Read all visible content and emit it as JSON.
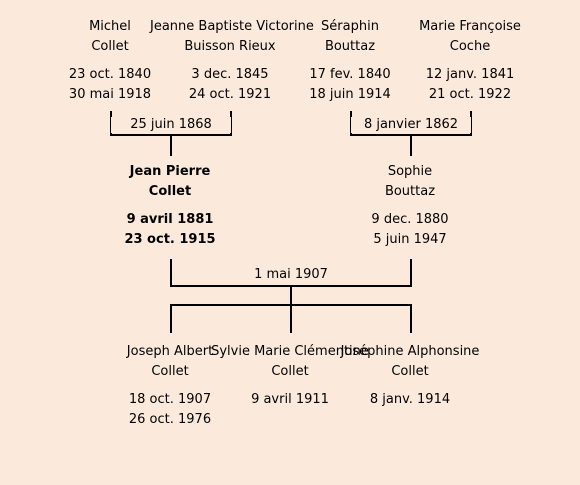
{
  "grandparents": {
    "paternal_grandfather": {
      "given": "Michel",
      "surname": "Collet",
      "birth": "23 oct. 1840",
      "death": "30 mai 1918"
    },
    "paternal_grandmother": {
      "given": "Jeanne Baptiste Victorine",
      "surname": "Buisson Rieux",
      "birth": "3 dec. 1845",
      "death": "24 oct. 1921"
    },
    "maternal_grandfather": {
      "given": "Séraphin",
      "surname": "Bouttaz",
      "birth": "17 fev. 1840",
      "death": "18 juin 1914"
    },
    "maternal_grandmother": {
      "given": "Marie Françoise",
      "surname": "Coche",
      "birth": "12 janv. 1841",
      "death": "21 oct. 1922"
    }
  },
  "marriages": {
    "paternal": "25 juin 1868",
    "maternal": "8 janvier 1862",
    "parents": "1 mai 1907"
  },
  "parents": {
    "father": {
      "given": "Jean Pierre",
      "surname": "Collet",
      "birth": "9 avril 1881",
      "death": "23 oct. 1915"
    },
    "mother": {
      "given": "Sophie",
      "surname": "Bouttaz",
      "birth": "9 dec. 1880",
      "death": "5 juin 1947"
    }
  },
  "children": [
    {
      "given": "Joseph Albert",
      "surname": "Collet",
      "birth": "18 oct. 1907",
      "death": "26 oct. 1976"
    },
    {
      "given": "Sylvie Marie Clémentine",
      "surname": "Collet",
      "birth": "9 avril 1911",
      "death": ""
    },
    {
      "given": "Joséphine Alphonsine",
      "surname": "Collet",
      "birth": "8 janv. 1914",
      "death": ""
    }
  ]
}
